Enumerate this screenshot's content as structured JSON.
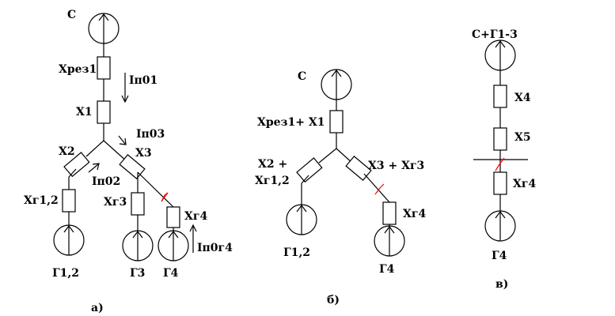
{
  "diagram_a": {
    "source_top": "С",
    "xres1": "Хрез1",
    "ip01": "Iп01",
    "x1": "Х1",
    "ip03": "Iп03",
    "x2": "Х2",
    "x3": "Х3",
    "ip02": "Iп02",
    "xg12": "Хг1,2",
    "xg3": "Хг3",
    "xg4": "Хг4",
    "ip0g4": "Iп0г4",
    "g12": "Г1,2",
    "g3": "Г3",
    "g4": "Г4",
    "caption": "а)"
  },
  "diagram_b": {
    "source_top": "С",
    "xres_x1": "Хрез1+ Х1",
    "x2_line1": "Х2 +",
    "x2_line2": "Хг1,2",
    "x3_xg3": "Х3 + Хг3",
    "xg4": "Хг4",
    "g12": "Г1,2",
    "g4": "Г4",
    "caption": "б)"
  },
  "diagram_c": {
    "source_top": "С+Г1-3",
    "x4": "Х4",
    "x5": "Х5",
    "xg4": "Хг4",
    "g4": "Г4",
    "caption": "в)"
  },
  "colors": {
    "wire": "#000000",
    "fault": "#ff0000",
    "background": "#ffffff"
  }
}
